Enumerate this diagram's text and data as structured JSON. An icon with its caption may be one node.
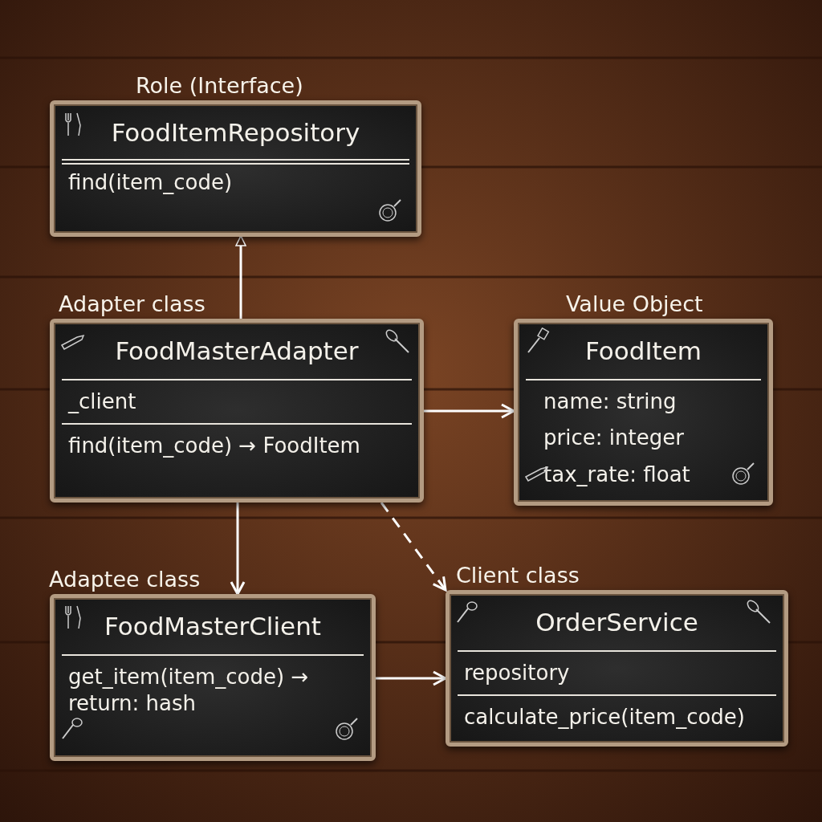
{
  "diagram": {
    "nodes": [
      {
        "text": [
          "Role (Interface)",
          "FoodItemRepository",
          "find(item_code)"
        ]
      },
      {
        "text": [
          "Adapter class",
          "FoodMasterAdapter",
          "_client",
          "find(item_code) → FoodItem"
        ]
      },
      {
        "text": [
          "Value Object",
          "FoodItem",
          "name: string",
          "price: integer",
          "tax_rate: float"
        ]
      },
      {
        "text": [
          "Adaptee class",
          "FoodMasterClient",
          "get_item(item_code) → return: hash"
        ]
      },
      {
        "text": [
          "Client class",
          "OrderService",
          "repository",
          "calculate_price(item_code)"
        ]
      }
    ],
    "edges": [
      {
        "from": 1,
        "to": 0,
        "arrow": "to"
      },
      {
        "from": 1,
        "to": 2,
        "arrow": "to"
      },
      {
        "from": 1,
        "to": 3,
        "arrow": "to"
      },
      {
        "from": 1,
        "to": 4,
        "arrow": "to",
        "style": "dashed"
      },
      {
        "from": 3,
        "to": 4,
        "arrow": "to"
      }
    ]
  }
}
